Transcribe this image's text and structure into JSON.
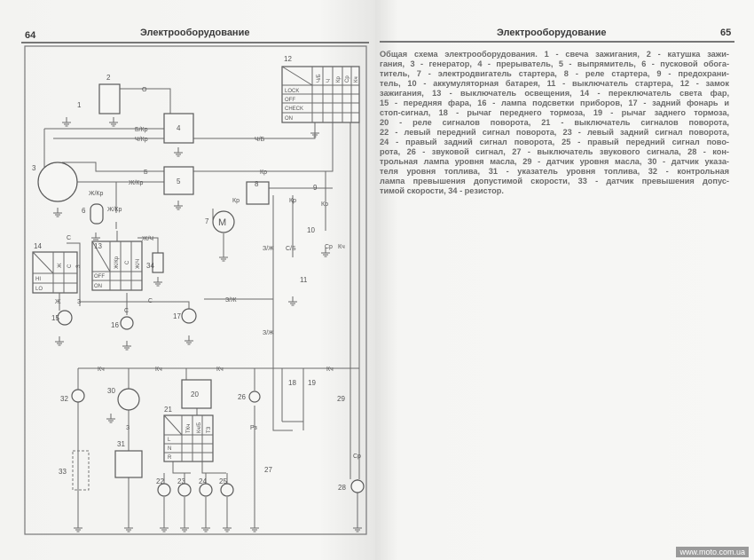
{
  "header": {
    "left_page_number": "64",
    "left_title": "Электрооборудование",
    "right_title": "Электрооборудование",
    "right_page_number": "65"
  },
  "caption_lines": [
    "Общая схема электрооборудования. 1 - свеча зажигания, 2 - катушка зажи-",
    "гания, 3 - генератор, 4 - прерыватель, 5 - выпрямитель, 6 - пусковой обога-",
    "титель, 7 - электродвигатель стартера, 8 - реле стартера, 9 - предохрани-",
    "тель, 10 - аккумуляторная батарея, 11 - выключатель стартера, 12 - замок",
    "зажигания, 13 - выключатель освещения, 14 - переключатель света фар,",
    "15 - передняя фара, 16 - лампа подсветки приборов, 17 - задний фонарь и",
    "стоп-сигнал, 18 - рычаг переднего тормоза, 19 - рычаг заднего тормоза,",
    "20 - реле сигналов поворота, 21 - выключатель сигналов поворота,",
    "22 - левый передний сигнал поворота, 23 - левый задний сигнал поворота,",
    "24 - правый задний сигнал поворота, 25 - правый передний сигнал пово-",
    "рота, 26 - звуковой сигнал, 27 - выключатель звукового сигнала, 28 - кон-",
    "трольная лампа уровня масла, 29 - датчик уровня масла, 30 - датчик указа-",
    "теля уровня топлива, 31 - указатель уровня топлива, 32 - контрольная",
    "лампа превышения допустимой скорости, 33 - датчик превышения допус-",
    "тимой скорости, 34 - резистор."
  ],
  "diagram": {
    "n": {
      "1": "1",
      "2": "2",
      "3": "3",
      "4": "4",
      "5": "5",
      "6": "6",
      "7": "7",
      "8": "8",
      "9": "9",
      "10": "10",
      "11": "11",
      "12": "12",
      "13": "13",
      "14": "14",
      "15": "15",
      "16": "16",
      "17": "17",
      "18": "18",
      "19": "19",
      "20": "20",
      "21": "21",
      "22": "22",
      "23": "23",
      "24": "24",
      "25": "25",
      "26": "26",
      "27": "27",
      "28": "28",
      "29": "29",
      "30": "30",
      "31": "31",
      "32": "32",
      "33": "33",
      "34": "34"
    },
    "wires": {
      "o": "О",
      "b_kr": "Б/Кр",
      "ch_kr": "Ч/Кр",
      "ch_b": "Ч/Б",
      "b": "Б",
      "zh_kr": "Ж/Кр",
      "kr": "Кр",
      "ch": "Ч",
      "z_zh": "З/Ж",
      "s_b": "С/Б",
      "s": "С",
      "zh_ch": "Ж/Ч",
      "kch": "Кч",
      "zh": "Ж",
      "z": "З",
      "sr": "Ср",
      "rz": "Рз"
    },
    "ignition_switch": {
      "cols": [
        "Ч/Б",
        "Ч",
        "Кр",
        "Ср",
        "Кч"
      ],
      "rows": [
        "LOCK",
        "OFF",
        "CHECK",
        "ON"
      ]
    },
    "light_switch": {
      "cols": [
        "Ж/Кр",
        "С",
        "Ж/Ч"
      ],
      "rows": [
        "OFF",
        "ON"
      ]
    },
    "headlight_switch": {
      "cols": [
        "Ж",
        "С",
        "З"
      ],
      "rows": [
        "HI",
        "LO"
      ]
    },
    "turn_switch": {
      "cols": [
        "ТКч",
        "Кч/Б",
        "ТЗ"
      ],
      "rows": [
        "L",
        "N",
        "R"
      ]
    }
  },
  "watermark": "www.moto.com.ua"
}
